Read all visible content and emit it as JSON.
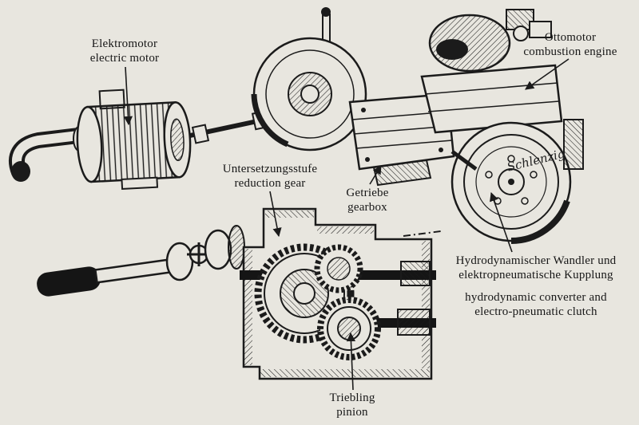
{
  "colors": {
    "paper": "#e8e6df",
    "ink": "#1b1b1b"
  },
  "labels": {
    "electric_motor": {
      "de": "Elektromotor",
      "en": "electric motor"
    },
    "combustion_engine": {
      "de": "Ottomotor",
      "en": "combustion engine"
    },
    "reduction_gear": {
      "de": "Untersetzungsstufe",
      "en": "reduction gear"
    },
    "gearbox": {
      "de": "Getriebe",
      "en": "gearbox"
    },
    "converter_clutch": {
      "de1": "Hydrodynamischer Wandler und",
      "de2": "elektropneumatische Kupplung",
      "en1": "hydrodynamic converter and",
      "en2": "electro-pneumatic clutch"
    },
    "pinion": {
      "de": "Triebling",
      "en": "pinion"
    }
  },
  "signature": "Schlenzig"
}
